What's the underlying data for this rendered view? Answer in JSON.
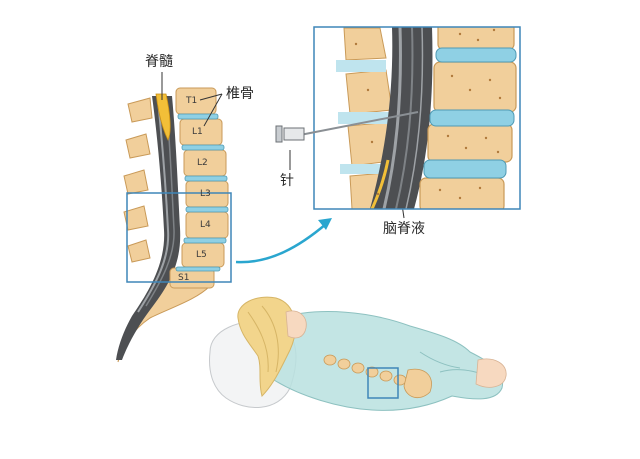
{
  "labels": {
    "spinal_cord": "脊髓",
    "vertebra": "椎骨",
    "needle": "针",
    "csf": "脑脊液"
  },
  "vertebrae": [
    "T1",
    "L1",
    "L2",
    "L3",
    "L4",
    "L5",
    "S1"
  ],
  "colors": {
    "bone": "#f1cf9b",
    "bone_edge": "#c99a58",
    "bone_spot": "#b07a3c",
    "disc": "#8fd0e4",
    "canal": "#4d4f52",
    "fluid": "#9ea2a6",
    "cord": "#f2bf38",
    "highlight": "#3f86b8",
    "arrow": "#2aa6cf",
    "body": "#b9e0df"
  }
}
